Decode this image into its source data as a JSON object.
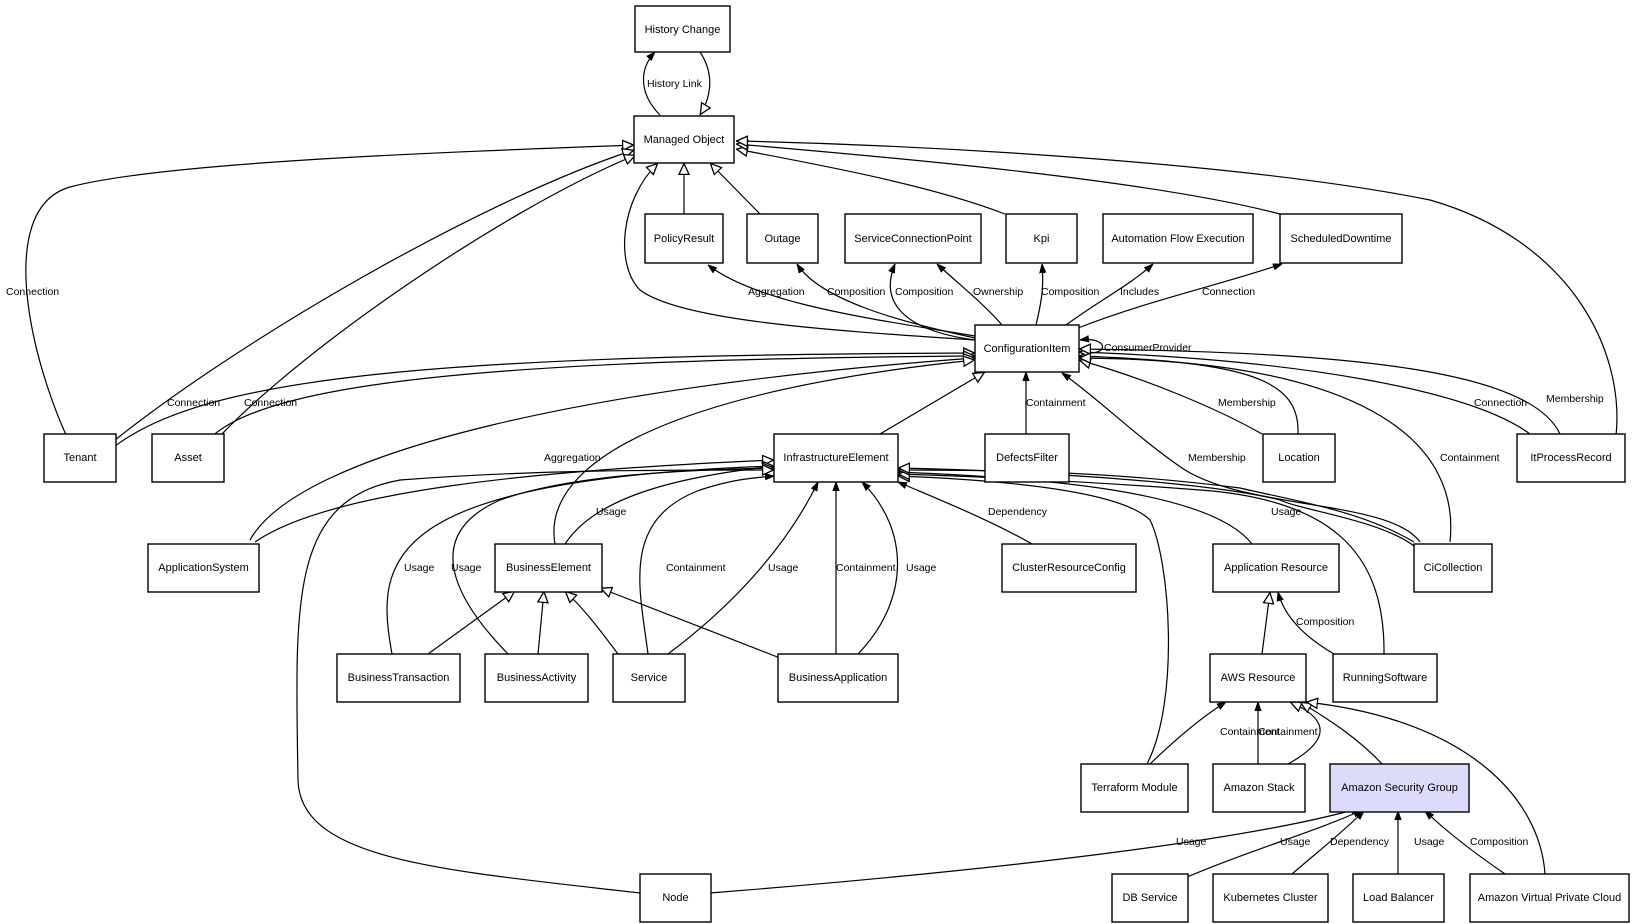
{
  "nodes": {
    "history_change": "History Change",
    "managed_object": "Managed Object",
    "policy_result": "PolicyResult",
    "outage": "Outage",
    "service_connection_point": "ServiceConnectionPoint",
    "kpi": "Kpi",
    "automation_flow_execution": "Automation Flow Execution",
    "scheduled_downtime": "ScheduledDowntime",
    "configuration_item": "ConfigurationItem",
    "tenant": "Tenant",
    "asset": "Asset",
    "infrastructure_element": "InfrastructureElement",
    "defects_filter": "DefectsFilter",
    "location": "Location",
    "it_process_record": "ItProcessRecord",
    "application_system": "ApplicationSystem",
    "business_element": "BusinessElement",
    "cluster_resource_config": "ClusterResourceConfig",
    "application_resource": "Application Resource",
    "ci_collection": "CiCollection",
    "business_transaction": "BusinessTransaction",
    "business_activity": "BusinessActivity",
    "service": "Service",
    "business_application": "BusinessApplication",
    "aws_resource": "AWS Resource",
    "running_software": "RunningSoftware",
    "terraform_module": "Terraform Module",
    "amazon_stack": "Amazon Stack",
    "amazon_security_group": "Amazon Security Group",
    "node": "Node",
    "db_service": "DB Service",
    "kubernetes_cluster": "Kubernetes Cluster",
    "load_balancer": "Load Balancer",
    "amazon_vpc": "Amazon Virtual Private Cloud"
  },
  "edges": {
    "history_link": "History Link",
    "tenant_mo_connection": "Connection",
    "ci_policy_aggregation": "Aggregation",
    "ci_outage_composition": "Composition",
    "ci_scp_composition": "Composition",
    "ci_scp_ownership": "Ownership",
    "ci_kpi_composition": "Composition",
    "ci_afe_includes": "Includes",
    "ci_sd_connection": "Connection",
    "ci_self_consumer_provider": "ConsumerProvider",
    "tenant_ci_connection": "Connection",
    "asset_ci_connection": "Connection",
    "ci_defects_containment": "Containment",
    "location_ci_membership": "Membership",
    "itpr_ci_connection": "Connection",
    "itpr_mo_membership": "Membership",
    "appsys_ci_aggregation": "Aggregation",
    "cicoll_ci_membership": "Membership",
    "cicoll_ci_containment": "Containment",
    "be_ie_usage": "Usage",
    "crc_ie_dependency": "Dependency",
    "cicoll_ie_usage": "Usage",
    "bt_ie_usage": "Usage",
    "ba_ie_usage": "Usage",
    "svc_ie_containment": "Containment",
    "svc_ie_usage": "Usage",
    "bapp_ie_containment": "Containment",
    "bapp_ie_usage": "Usage",
    "rs_ar_composition": "Composition",
    "tf_aws_containment": "Containment",
    "stack_aws_containment": "Containment",
    "node_sg_usage": "Usage",
    "db_sg_usage": "Usage",
    "k8s_sg_dependency": "Dependency",
    "lb_sg_usage": "Usage",
    "vpc_sg_composition": "Composition"
  },
  "colors": {
    "highlight_fill": "#dcdcfa",
    "stroke": "#000000"
  }
}
